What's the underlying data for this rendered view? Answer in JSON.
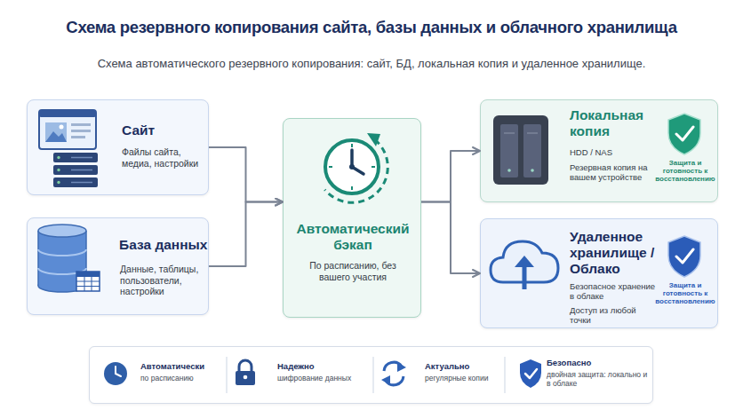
{
  "diagram": {
    "title": "Схема резервного копирования сайта, базы данных и облачного хранилища",
    "caption": "Схема автоматического резервного копирования: сайт, БД, локальная копия и удаленное хранилище.",
    "nodes": [
      {
        "text": [
          "Сайт",
          "Файлы сайта, медиа, настройки"
        ]
      },
      {
        "text": [
          "База данных",
          "Данные, таблицы, пользователи, настройки"
        ]
      },
      {
        "text": [
          "Автоматический бэкап",
          "По расписанию, без вашего участия"
        ]
      },
      {
        "text": [
          "Локальная копия",
          "HDD / NAS",
          "Резервная копия на вашем устройстве",
          "Защита и готовность к восстановлению"
        ]
      },
      {
        "text": [
          "Удаленное хранилище / Облако",
          "Безопасное хранение в облаке",
          "Доступ из любой точки",
          "Защита и готовность к восстановлению"
        ]
      },
      {
        "text": [
          "Автоматически",
          "по расписанию"
        ]
      },
      {
        "text": [
          "Надежно",
          "шифрование данных"
        ]
      },
      {
        "text": [
          "Актуально",
          "регулярные копии"
        ]
      },
      {
        "text": [
          "Безопасно",
          "двойная защита: локально и в облаке"
        ]
      }
    ],
    "edges": [
      {
        "from": 0,
        "to": 2,
        "arrow": "to"
      },
      {
        "from": 1,
        "to": 2,
        "arrow": "to"
      },
      {
        "from": 2,
        "to": 3,
        "arrow": "to"
      },
      {
        "from": 2,
        "to": 4,
        "arrow": "to"
      }
    ]
  }
}
